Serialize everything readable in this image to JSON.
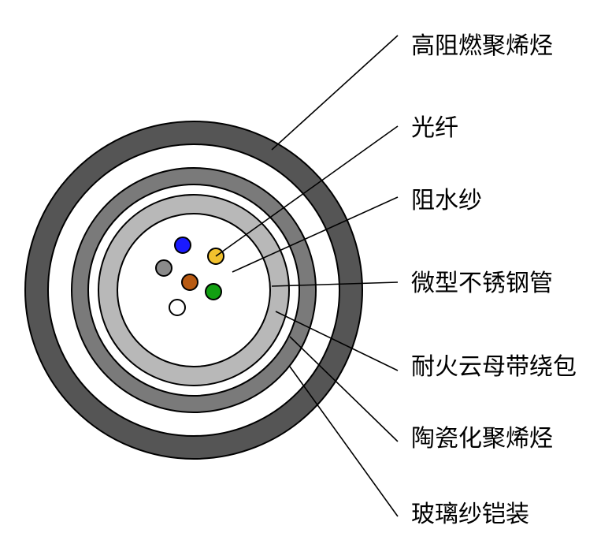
{
  "diagram": {
    "labels": [
      "高阻燃聚烯烃",
      "光纤",
      "阻水纱",
      "微型不锈钢管",
      "耐火云母带绕包",
      "陶瓷化聚烯烃",
      "玻璃纱铠装"
    ]
  },
  "colors": {
    "outer_sheath": "#555555",
    "glass_yarn_armor": "#ffffff",
    "ceramic_polyolefin": "#7a7a7a",
    "mica_tape": "#ffffff",
    "steel_tube": "#b8b8b8",
    "core": "#ffffff",
    "fiber_blue": "#1a1aff",
    "fiber_yellow": "#f2c12e",
    "fiber_gray": "#8a8a8a",
    "fiber_brown": "#b85a12",
    "fiber_green": "#12a012",
    "fiber_white": "#ffffff"
  }
}
